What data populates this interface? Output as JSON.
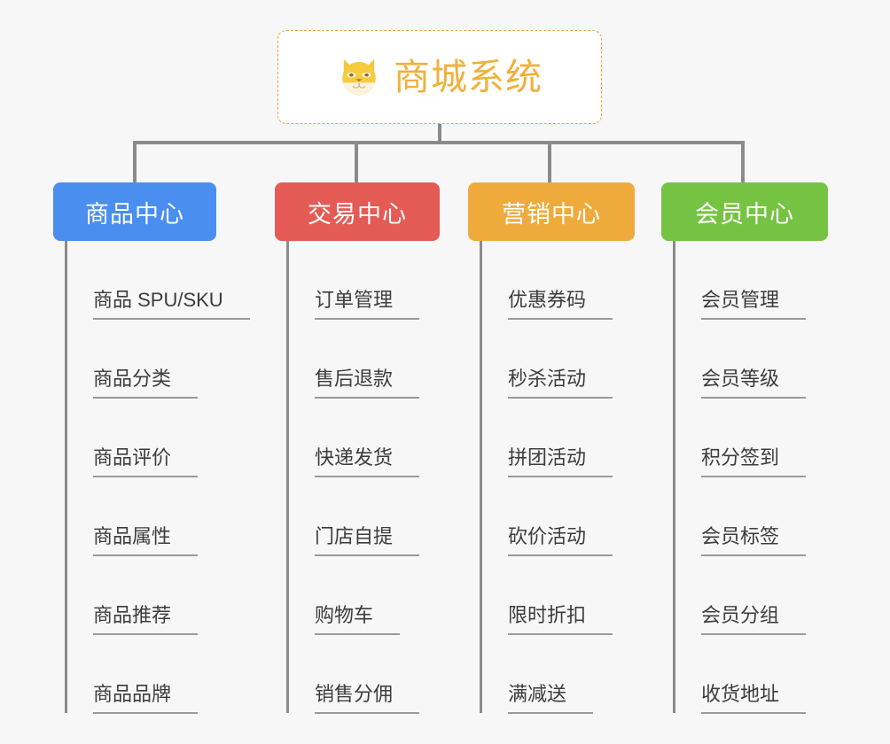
{
  "root": {
    "title": "商城系统",
    "icon": "dog-face-icon",
    "border_color": "#e9a93c",
    "text_color": "#f0b03a",
    "background": "#ffffff"
  },
  "canvas": {
    "background": "#f7f7f7",
    "connector_color": "#8b8b8b"
  },
  "branches": [
    {
      "label": "商品中心",
      "color": "#4a8ef0",
      "items": [
        "商品 SPU/SKU",
        "商品分类",
        "商品评价",
        "商品属性",
        "商品推荐",
        "商品品牌"
      ]
    },
    {
      "label": "交易中心",
      "color": "#e45b56",
      "items": [
        "订单管理",
        "售后退款",
        "快递发货",
        "门店自提",
        "购物车",
        "销售分佣"
      ]
    },
    {
      "label": "营销中心",
      "color": "#eeab3c",
      "items": [
        "优惠券码",
        "秒杀活动",
        "拼团活动",
        "砍价活动",
        "限时折扣",
        "满减送"
      ]
    },
    {
      "label": "会员中心",
      "color": "#76c344",
      "items": [
        "会员管理",
        "会员等级",
        "积分签到",
        "会员标签",
        "会员分组",
        "收货地址"
      ]
    }
  ]
}
